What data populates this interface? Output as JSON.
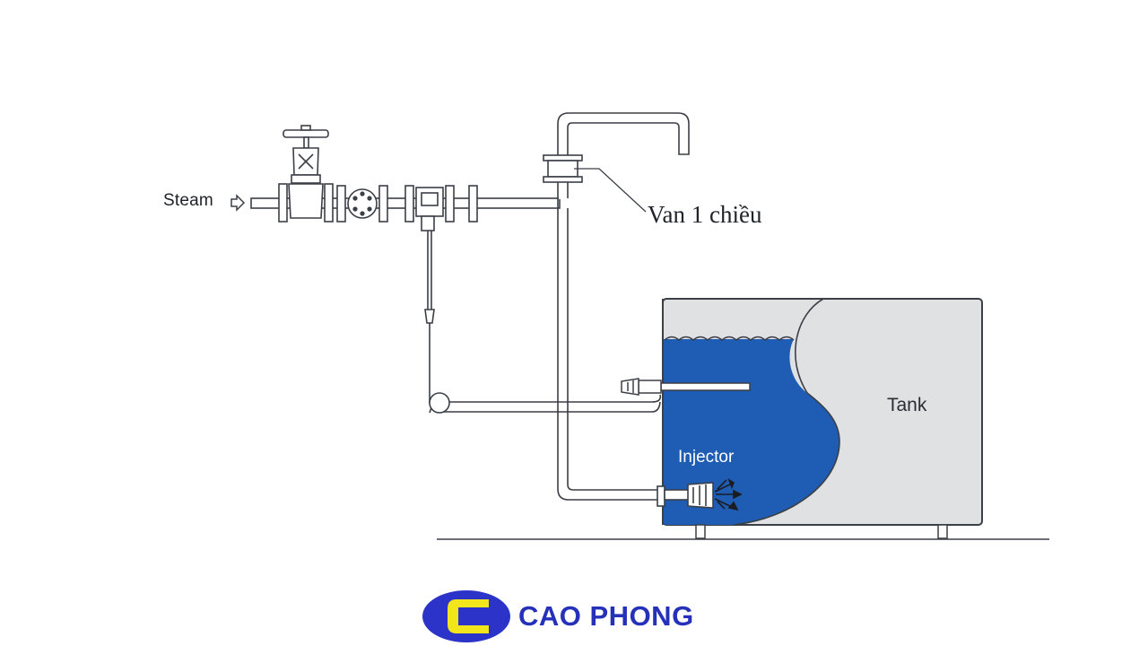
{
  "labels": {
    "steam": "Steam",
    "check_valve": "Van 1 chiều",
    "tank": "Tank",
    "injector": "Injector"
  },
  "logo": {
    "mark_letter": "C",
    "brand_name": "CAO PHONG"
  },
  "colors": {
    "water": "#1f5cb3",
    "tank_fill": "#dfe1e3",
    "line": "#3b3f46",
    "logo_blue": "#2b33c9",
    "logo_yellow": "#f2e51b",
    "brand_text": "#2431b8"
  }
}
